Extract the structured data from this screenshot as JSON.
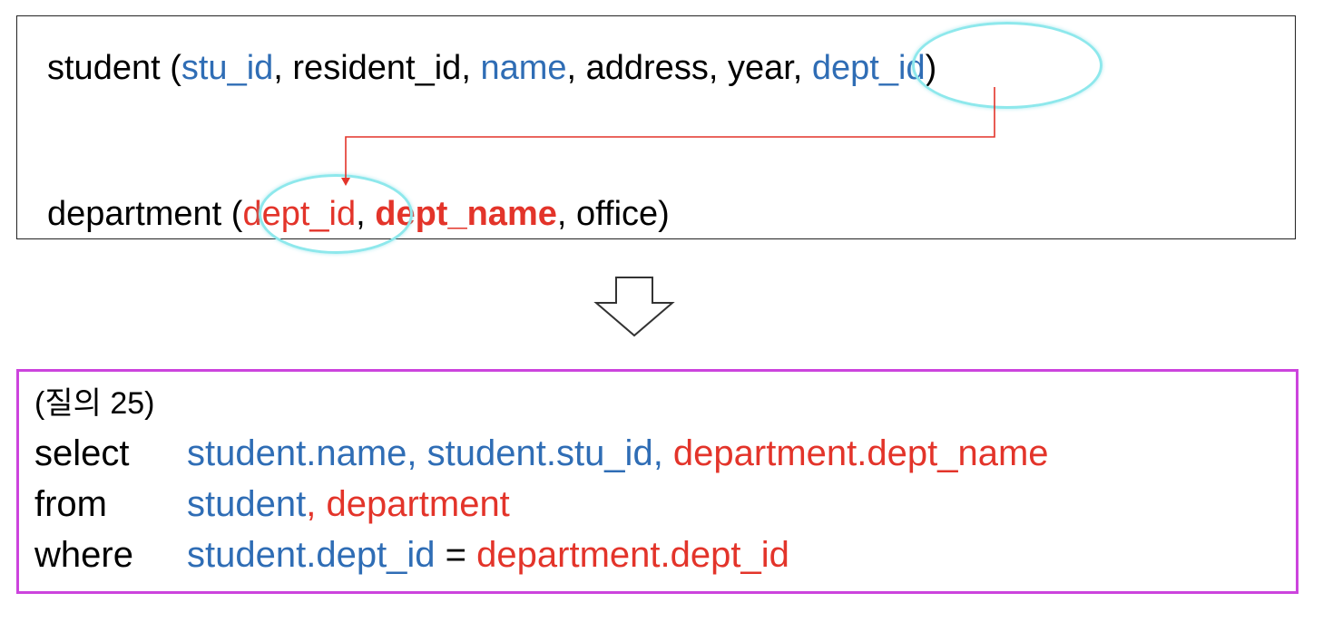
{
  "schema": {
    "student": {
      "table": "student",
      "open": " (",
      "attrs": [
        {
          "text": "stu_id",
          "sep": ", "
        },
        {
          "text": "resident_id",
          "sep": ", "
        },
        {
          "text": "name",
          "sep": ", "
        },
        {
          "text": "address",
          "sep": ", "
        },
        {
          "text": "year",
          "sep": ", "
        },
        {
          "text": "dept_id",
          "sep": ""
        }
      ],
      "close": ")"
    },
    "department": {
      "table": "department",
      "open": " (",
      "attrs": [
        {
          "text": "dept_id",
          "sep": ", "
        },
        {
          "text": "dept_name",
          "sep": ", "
        },
        {
          "text": "office",
          "sep": ""
        }
      ],
      "close": ")"
    }
  },
  "query": {
    "title": "(질의 25)",
    "select": {
      "keyword": "select",
      "parts": [
        {
          "text": "student.name",
          "sep": ", "
        },
        {
          "text": "student.stu_id",
          "sep": ", "
        },
        {
          "text": "department.dept_name",
          "sep": ""
        }
      ]
    },
    "from": {
      "keyword": "from",
      "parts": [
        {
          "text": "student",
          "sep": ", "
        },
        {
          "text": "department",
          "sep": ""
        }
      ]
    },
    "where": {
      "keyword": "where",
      "left": "student.dept_id",
      "op": " = ",
      "right": "department.dept_id"
    }
  },
  "colors": {
    "blue": "#2f6db5",
    "red": "#e3342a",
    "ring": "#8ee8ec",
    "query_border": "#cc44dd"
  },
  "icons": {
    "arrow": "down-arrow-outline-icon"
  }
}
